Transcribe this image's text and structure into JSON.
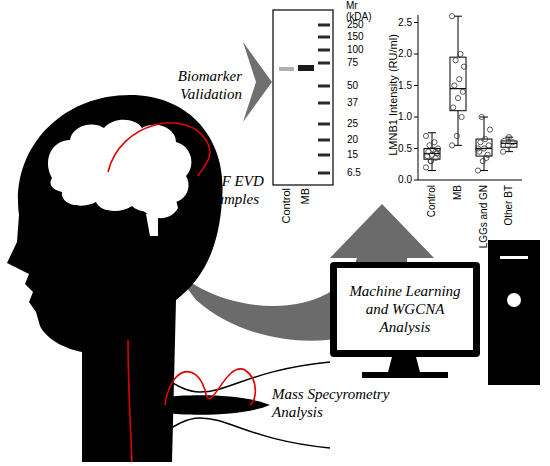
{
  "diagram": {
    "nodes": [
      {
        "text": [
          "Machine Learning and WGCNA Analysis"
        ]
      }
    ],
    "labels": [
      "Biomarker Validation",
      "CSF EVD Samples",
      "Mass Specyrometry Analysis",
      "Mr",
      "(kDA)",
      "250",
      "150",
      "100",
      "75",
      "50",
      "37",
      "25",
      "20",
      "15",
      "6.5",
      "Control",
      "MB",
      "LMNB1 Intensity (RU/ml)",
      "2.5",
      "2.0",
      "1.5",
      "1.0",
      "0.5",
      "0.0",
      "Control",
      "MB",
      "LGGs and GN",
      "Other BT"
    ]
  }
}
